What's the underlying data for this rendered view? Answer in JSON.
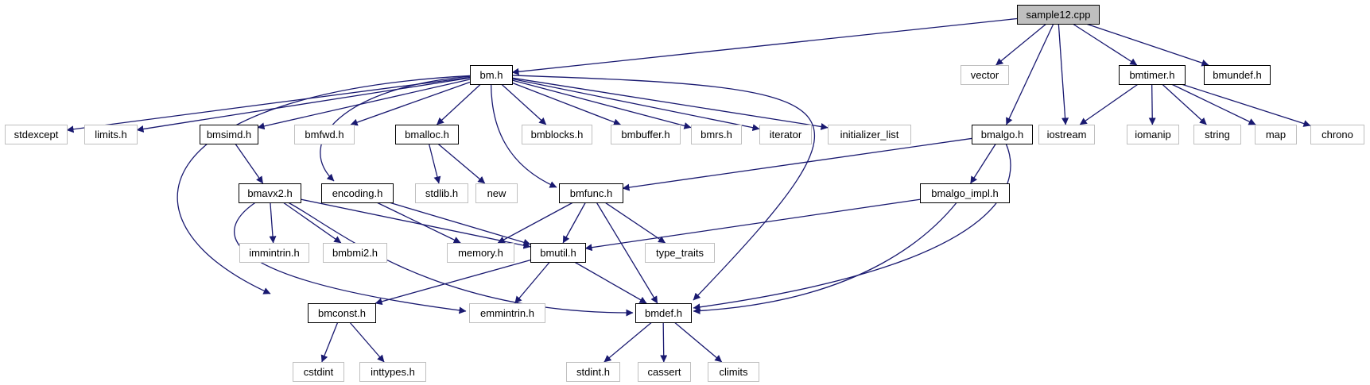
{
  "colors": {
    "edge": "#191970",
    "node_border": "#000000",
    "external_border": "#bfbfbf",
    "root_fill": "#bfbfbf",
    "node_fill": "#ffffff",
    "external_text": "#3f3f3f"
  },
  "graph": {
    "nodes": [
      {
        "id": "sample12_cpp",
        "label": "sample12.cpp",
        "kind": "root"
      },
      {
        "id": "bm_h",
        "label": "bm.h",
        "kind": "local"
      },
      {
        "id": "vector",
        "label": "vector",
        "kind": "external"
      },
      {
        "id": "bmalgo_h",
        "label": "bmalgo.h",
        "kind": "local"
      },
      {
        "id": "iostream",
        "label": "iostream",
        "kind": "external"
      },
      {
        "id": "bmtimer_h",
        "label": "bmtimer.h",
        "kind": "local"
      },
      {
        "id": "bmundef_h",
        "label": "bmundef.h",
        "kind": "local"
      },
      {
        "id": "stdexcept",
        "label": "stdexcept",
        "kind": "external"
      },
      {
        "id": "limits_h",
        "label": "limits.h",
        "kind": "external"
      },
      {
        "id": "bmsimd_h",
        "label": "bmsimd.h",
        "kind": "local"
      },
      {
        "id": "bmfwd_h",
        "label": "bmfwd.h",
        "kind": "external"
      },
      {
        "id": "bmalloc_h",
        "label": "bmalloc.h",
        "kind": "local"
      },
      {
        "id": "bmblocks_h",
        "label": "bmblocks.h",
        "kind": "external"
      },
      {
        "id": "bmbuffer_h",
        "label": "bmbuffer.h",
        "kind": "external"
      },
      {
        "id": "bmrs_h",
        "label": "bmrs.h",
        "kind": "external"
      },
      {
        "id": "iterator",
        "label": "iterator",
        "kind": "external"
      },
      {
        "id": "initializer_list",
        "label": "initializer_list",
        "kind": "external"
      },
      {
        "id": "iomanip",
        "label": "iomanip",
        "kind": "external"
      },
      {
        "id": "string",
        "label": "string",
        "kind": "external"
      },
      {
        "id": "map",
        "label": "map",
        "kind": "external"
      },
      {
        "id": "chrono",
        "label": "chrono",
        "kind": "external"
      },
      {
        "id": "bmavx2_h",
        "label": "bmavx2.h",
        "kind": "local"
      },
      {
        "id": "encoding_h",
        "label": "encoding.h",
        "kind": "local"
      },
      {
        "id": "stdlib_h",
        "label": "stdlib.h",
        "kind": "external"
      },
      {
        "id": "new",
        "label": "new",
        "kind": "external"
      },
      {
        "id": "bmfunc_h",
        "label": "bmfunc.h",
        "kind": "local"
      },
      {
        "id": "bmalgo_impl_h",
        "label": "bmalgo_impl.h",
        "kind": "local"
      },
      {
        "id": "immintrin_h",
        "label": "immintrin.h",
        "kind": "external"
      },
      {
        "id": "bmbmi2_h",
        "label": "bmbmi2.h",
        "kind": "external"
      },
      {
        "id": "memory_h",
        "label": "memory.h",
        "kind": "external"
      },
      {
        "id": "bmutil_h",
        "label": "bmutil.h",
        "kind": "local"
      },
      {
        "id": "type_traits",
        "label": "type_traits",
        "kind": "external"
      },
      {
        "id": "bmconst_h",
        "label": "bmconst.h",
        "kind": "local"
      },
      {
        "id": "emmintrin_h",
        "label": "emmintrin.h",
        "kind": "external"
      },
      {
        "id": "bmdef_h",
        "label": "bmdef.h",
        "kind": "local"
      },
      {
        "id": "cstdint",
        "label": "cstdint",
        "kind": "external"
      },
      {
        "id": "inttypes_h",
        "label": "inttypes.h",
        "kind": "external"
      },
      {
        "id": "stdint_h",
        "label": "stdint.h",
        "kind": "external"
      },
      {
        "id": "cassert",
        "label": "cassert",
        "kind": "external"
      },
      {
        "id": "climits",
        "label": "climits",
        "kind": "external"
      }
    ],
    "edges": [
      {
        "from": "sample12_cpp",
        "to": "bm_h"
      },
      {
        "from": "sample12_cpp",
        "to": "vector"
      },
      {
        "from": "sample12_cpp",
        "to": "bmalgo_h"
      },
      {
        "from": "sample12_cpp",
        "to": "iostream"
      },
      {
        "from": "sample12_cpp",
        "to": "bmtimer_h"
      },
      {
        "from": "sample12_cpp",
        "to": "bmundef_h"
      },
      {
        "from": "bm_h",
        "to": "stdexcept"
      },
      {
        "from": "bm_h",
        "to": "limits_h"
      },
      {
        "from": "bm_h",
        "to": "bmsimd_h"
      },
      {
        "from": "bm_h",
        "to": "bmconst_h"
      },
      {
        "from": "bm_h",
        "to": "encoding_h"
      },
      {
        "from": "bm_h",
        "to": "bmfwd_h"
      },
      {
        "from": "bm_h",
        "to": "bmalloc_h"
      },
      {
        "from": "bm_h",
        "to": "bmfunc_h"
      },
      {
        "from": "bm_h",
        "to": "bmblocks_h"
      },
      {
        "from": "bm_h",
        "to": "bmbuffer_h"
      },
      {
        "from": "bm_h",
        "to": "bmrs_h"
      },
      {
        "from": "bm_h",
        "to": "iterator"
      },
      {
        "from": "bm_h",
        "to": "initializer_list"
      },
      {
        "from": "bm_h",
        "to": "bmdef_h"
      },
      {
        "from": "bmtimer_h",
        "to": "iostream"
      },
      {
        "from": "bmtimer_h",
        "to": "iomanip"
      },
      {
        "from": "bmtimer_h",
        "to": "string"
      },
      {
        "from": "bmtimer_h",
        "to": "map"
      },
      {
        "from": "bmtimer_h",
        "to": "chrono"
      },
      {
        "from": "bmalgo_h",
        "to": "bmfunc_h"
      },
      {
        "from": "bmalgo_h",
        "to": "bmalgo_impl_h"
      },
      {
        "from": "bmalgo_h",
        "to": "bmdef_h"
      },
      {
        "from": "bmsimd_h",
        "to": "bmavx2_h"
      },
      {
        "from": "bmalloc_h",
        "to": "stdlib_h"
      },
      {
        "from": "bmalloc_h",
        "to": "new"
      },
      {
        "from": "bmavx2_h",
        "to": "immintrin_h"
      },
      {
        "from": "bmavx2_h",
        "to": "bmbmi2_h"
      },
      {
        "from": "bmavx2_h",
        "to": "bmutil_h"
      },
      {
        "from": "bmavx2_h",
        "to": "emmintrin_h"
      },
      {
        "from": "bmavx2_h",
        "to": "bmdef_h"
      },
      {
        "from": "encoding_h",
        "to": "memory_h"
      },
      {
        "from": "encoding_h",
        "to": "bmutil_h"
      },
      {
        "from": "bmfunc_h",
        "to": "memory_h"
      },
      {
        "from": "bmfunc_h",
        "to": "bmutil_h"
      },
      {
        "from": "bmfunc_h",
        "to": "type_traits"
      },
      {
        "from": "bmfunc_h",
        "to": "bmdef_h"
      },
      {
        "from": "bmalgo_impl_h",
        "to": "bmutil_h"
      },
      {
        "from": "bmalgo_impl_h",
        "to": "bmdef_h"
      },
      {
        "from": "bmutil_h",
        "to": "bmconst_h"
      },
      {
        "from": "bmutil_h",
        "to": "emmintrin_h"
      },
      {
        "from": "bmutil_h",
        "to": "bmdef_h"
      },
      {
        "from": "bmconst_h",
        "to": "cstdint"
      },
      {
        "from": "bmconst_h",
        "to": "inttypes_h"
      },
      {
        "from": "bmdef_h",
        "to": "stdint_h"
      },
      {
        "from": "bmdef_h",
        "to": "cassert"
      },
      {
        "from": "bmdef_h",
        "to": "climits"
      }
    ]
  }
}
